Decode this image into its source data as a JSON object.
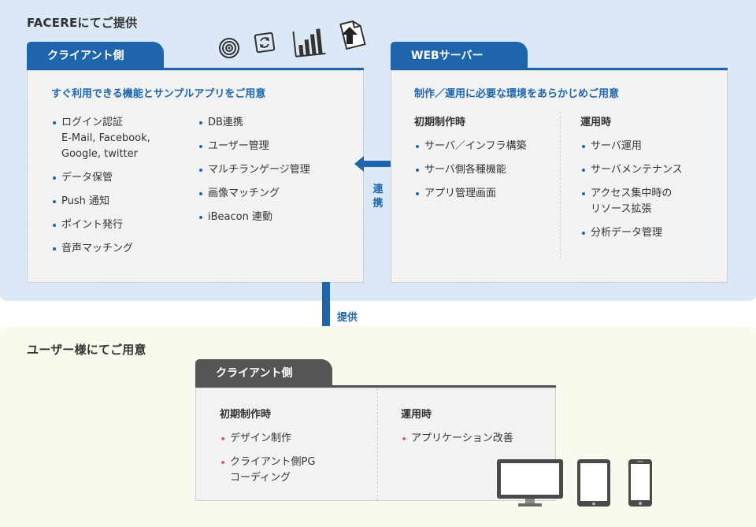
{
  "top": {
    "title": "FACEREにてご提供",
    "client": {
      "tab": "クライアント側",
      "heading": "すぐ利用できる機能とサンプルアプリをご用意",
      "col1": [
        "ログイン認証\nE-Mail, Facebook,\nGoogle, twitter",
        "データ保管",
        "Push 通知",
        "ポイント発行",
        "音声マッチング"
      ],
      "col2": [
        "DB連携",
        "ユーザー管理",
        "マルチランゲージ管理",
        "画像マッチング",
        "iBeacon 連動"
      ]
    },
    "server": {
      "tab": "WEBサーバー",
      "heading": "制作／運用に必要な環境をあらかじめご用意",
      "initial_head": "初期制作時",
      "initial_items": [
        "サーバ／インフラ構築",
        "サーバ側各種機能",
        "アプリ管理画面"
      ],
      "ops_head": "運用時",
      "ops_items": [
        "サーバ運用",
        "サーバメンテナンス",
        "アクセス集中時の\nリソース拡張",
        "分析データ管理"
      ]
    },
    "link_label": "連\n携"
  },
  "provide_label": "提供",
  "bottom": {
    "title": "ユーザー様にてご用意",
    "client": {
      "tab": "クライアント側",
      "initial_head": "初期制作時",
      "initial_items": [
        "デザイン制作",
        "クライアント側PG\nコーディング"
      ],
      "ops_head": "運用時",
      "ops_items": [
        "アプリケーション改善"
      ]
    }
  },
  "colors": {
    "accent": "#1e65ab",
    "bottom_bullet": "#e85a5a",
    "gray_tab": "#555555"
  },
  "icons": [
    "target-icon",
    "sync-icon",
    "bar-chart-icon",
    "upload-document-icon",
    "monitor-icon",
    "tablet-icon",
    "smartphone-icon"
  ]
}
